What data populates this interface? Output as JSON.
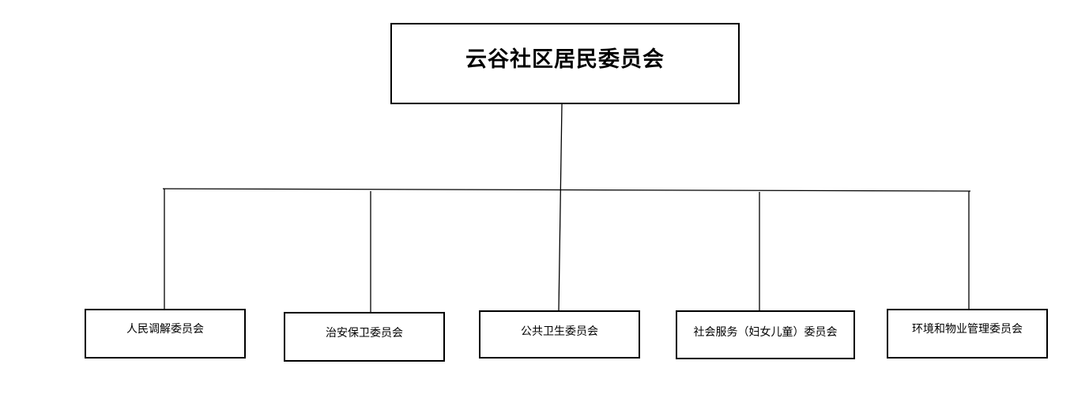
{
  "root": {
    "label": "云谷社区居民委员会"
  },
  "children": [
    {
      "label": "人民调解委员会"
    },
    {
      "label": "治安保卫委员会"
    },
    {
      "label": "公共卫生委员会"
    },
    {
      "label": "社会服务（妇女儿童）委员会"
    },
    {
      "label": "环境和物业管理委员会"
    }
  ],
  "colors": {
    "line": "#000000",
    "box_border": "#000000",
    "background": "#ffffff"
  }
}
